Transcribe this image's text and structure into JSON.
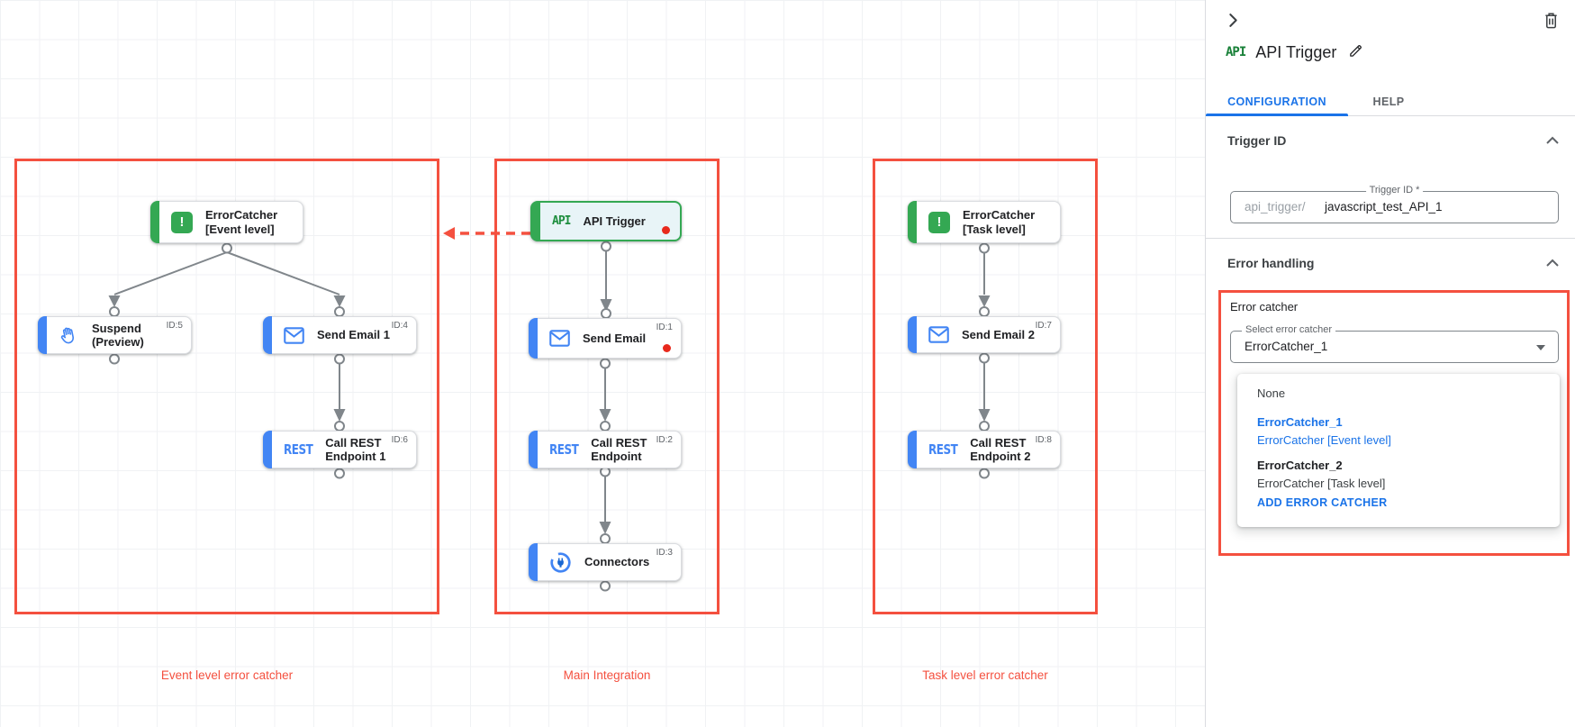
{
  "colors": {
    "red": "#f4503f",
    "dot_red": "#e8291c",
    "green": "#34a853",
    "blue": "#4285f4",
    "link_blue": "#1a73e8"
  },
  "canvas": {
    "groups": [
      {
        "label": "Event level error catcher"
      },
      {
        "label": "Main Integration"
      },
      {
        "label": "Task level error catcher"
      }
    ],
    "icon_labels": {
      "rest": "REST",
      "api": "API"
    },
    "nodes": {
      "error_catcher_event": {
        "title": "ErrorCatcher",
        "subtitle": "[Event level]"
      },
      "suspend": {
        "title": "Suspend",
        "subtitle": "(Preview)",
        "id": "ID:5"
      },
      "send_email_1": {
        "title": "Send Email 1",
        "id": "ID:4"
      },
      "call_rest_1": {
        "title": "Call REST",
        "subtitle": "Endpoint 1",
        "id": "ID:6"
      },
      "api_trigger": {
        "title": "API Trigger"
      },
      "send_email": {
        "title": "Send Email",
        "id": "ID:1"
      },
      "call_rest": {
        "title": "Call REST",
        "subtitle": "Endpoint",
        "id": "ID:2"
      },
      "connectors": {
        "title": "Connectors",
        "id": "ID:3"
      },
      "error_catcher_task": {
        "title": "ErrorCatcher",
        "subtitle": "[Task level]"
      },
      "send_email_2": {
        "title": "Send Email 2",
        "id": "ID:7"
      },
      "call_rest_2": {
        "title": "Call REST",
        "subtitle": "Endpoint 2",
        "id": "ID:8"
      }
    }
  },
  "panel": {
    "title": "API Trigger",
    "title_glyph": "API",
    "tabs": [
      {
        "label": "CONFIGURATION"
      },
      {
        "label": "HELP"
      }
    ],
    "trigger_id": {
      "section_title": "Trigger ID",
      "field_label": "Trigger ID *",
      "prefix": "api_trigger/",
      "value": "javascript_test_API_1"
    },
    "error_handling": {
      "section_title": "Error handling",
      "group_label": "Error catcher",
      "select_label": "Select error catcher",
      "select_value": "ErrorCatcher_1",
      "options": [
        {
          "name": "None",
          "sub": ""
        },
        {
          "name": "ErrorCatcher_1",
          "sub": "ErrorCatcher [Event level]"
        },
        {
          "name": "ErrorCatcher_2",
          "sub": "ErrorCatcher [Task level]"
        }
      ],
      "add_button": "ADD ERROR CATCHER"
    }
  }
}
